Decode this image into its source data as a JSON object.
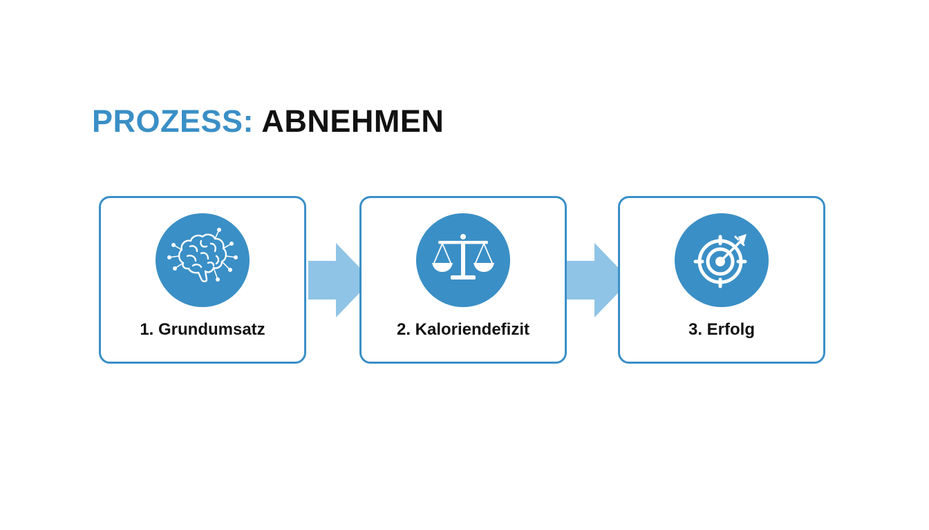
{
  "title": {
    "prefix": "PROZESS:",
    "main": "ABNEHMEN"
  },
  "colors": {
    "accent": "#3a8fc6",
    "arrow": "#8fc4e6",
    "text": "#111111",
    "background": "#ffffff"
  },
  "steps": [
    {
      "label": "1. Grundumsatz",
      "icon": "brain-icon"
    },
    {
      "label": "2. Kaloriendefizit",
      "icon": "scale-icon"
    },
    {
      "label": "3. Erfolg",
      "icon": "target-icon"
    }
  ]
}
